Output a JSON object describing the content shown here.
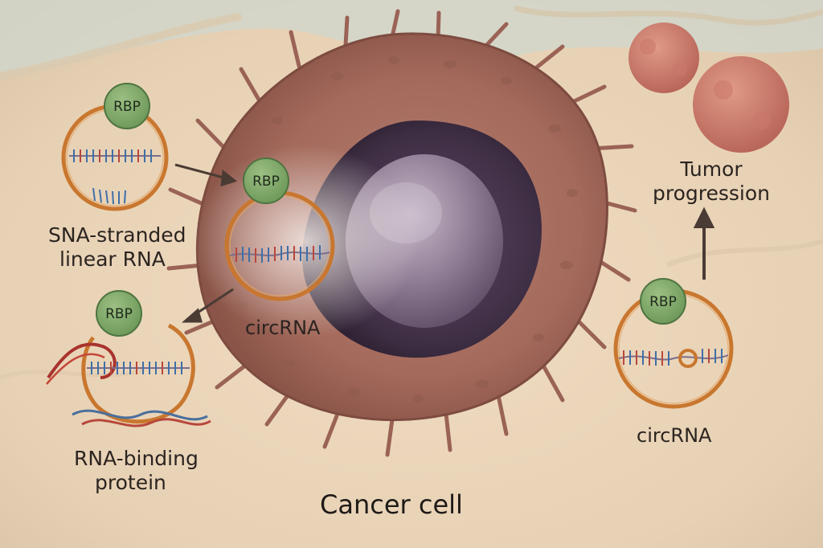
{
  "diagram": {
    "rbp_label": "RBP",
    "labels": {
      "sna_stranded_line1": "SNA-stranded",
      "sna_stranded_line2": "linear RNA",
      "circrna_center": "circRNA",
      "rna_binding_line1": "RNA-binding",
      "rna_binding_line2": "protein",
      "circrna_right": "circRNA",
      "tumor_line1": "Tumor",
      "tumor_line2": "progression",
      "cancer_cell": "Cancer cell"
    }
  }
}
